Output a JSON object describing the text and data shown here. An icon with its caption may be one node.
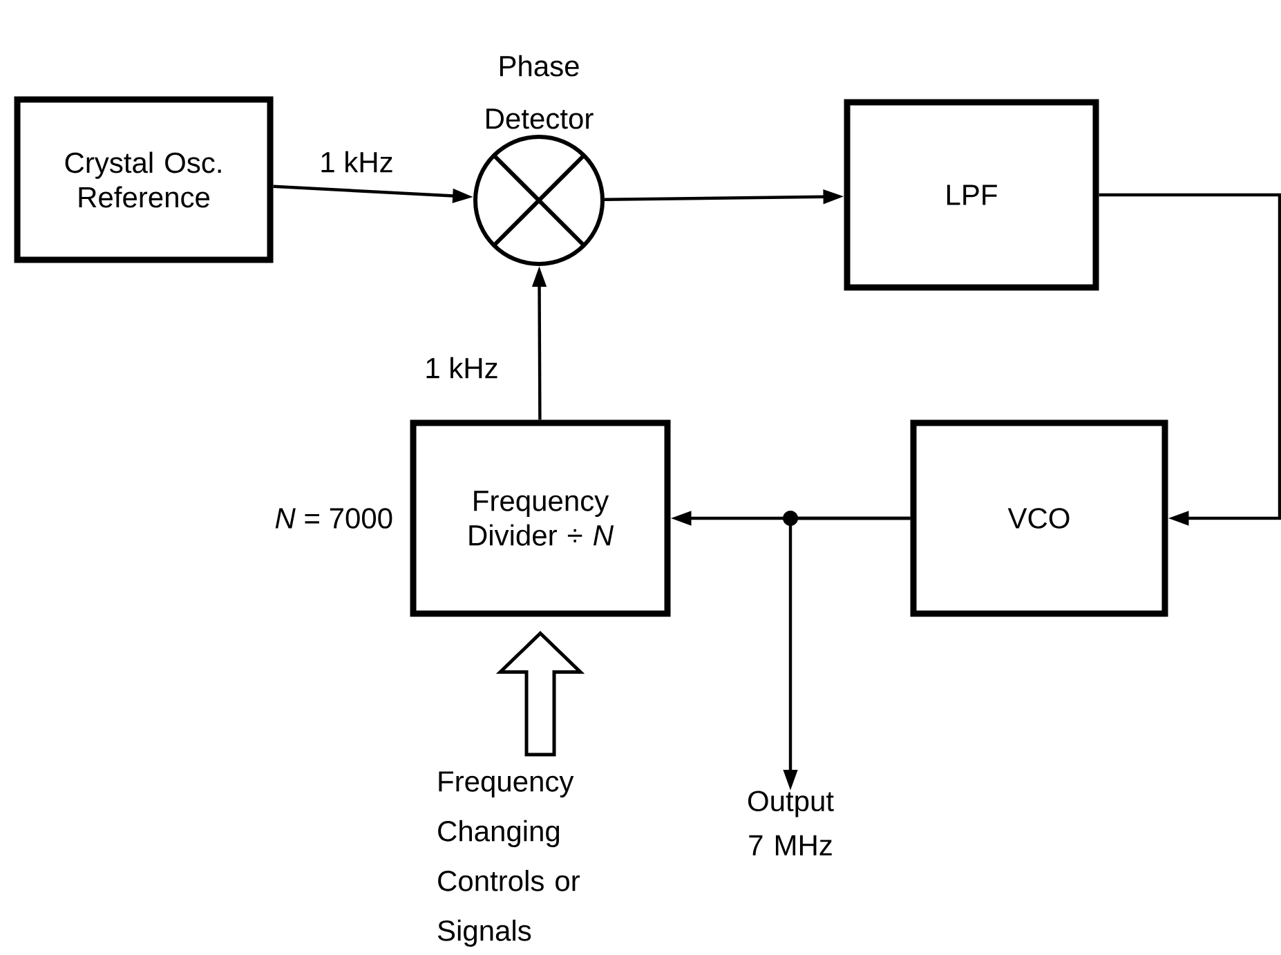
{
  "diagram": {
    "nodes": [
      {
        "text": [
          "Crystal Osc. Reference"
        ]
      },
      {
        "text": [
          "Phase Detector"
        ]
      },
      {
        "text": [
          "LPF"
        ]
      },
      {
        "text": [
          "VCO"
        ]
      },
      {
        "text": [
          "Frequency Divider ÷ *N*"
        ],
        "beside": [
          "*N* = 7000"
        ]
      },
      {
        "text": [
          "Frequency Changing Controls or Signals"
        ]
      },
      {
        "text": [
          "Output 7 MHz"
        ]
      }
    ],
    "edges": [
      {
        "from": 0,
        "to": 1,
        "arrow": "to",
        "label": "1 kHz"
      },
      {
        "from": 1,
        "to": 2,
        "arrow": "to"
      },
      {
        "from": 2,
        "to": 3,
        "arrow": "to"
      },
      {
        "from": 4,
        "to": 1,
        "arrow": "to",
        "label": "1 kHz"
      },
      {
        "from": 3,
        "to": 4,
        "arrow": "to"
      },
      {
        "from": 3,
        "to": 6,
        "arrow": "to"
      },
      {
        "from": 5,
        "to": 4,
        "arrow": "to"
      }
    ]
  }
}
